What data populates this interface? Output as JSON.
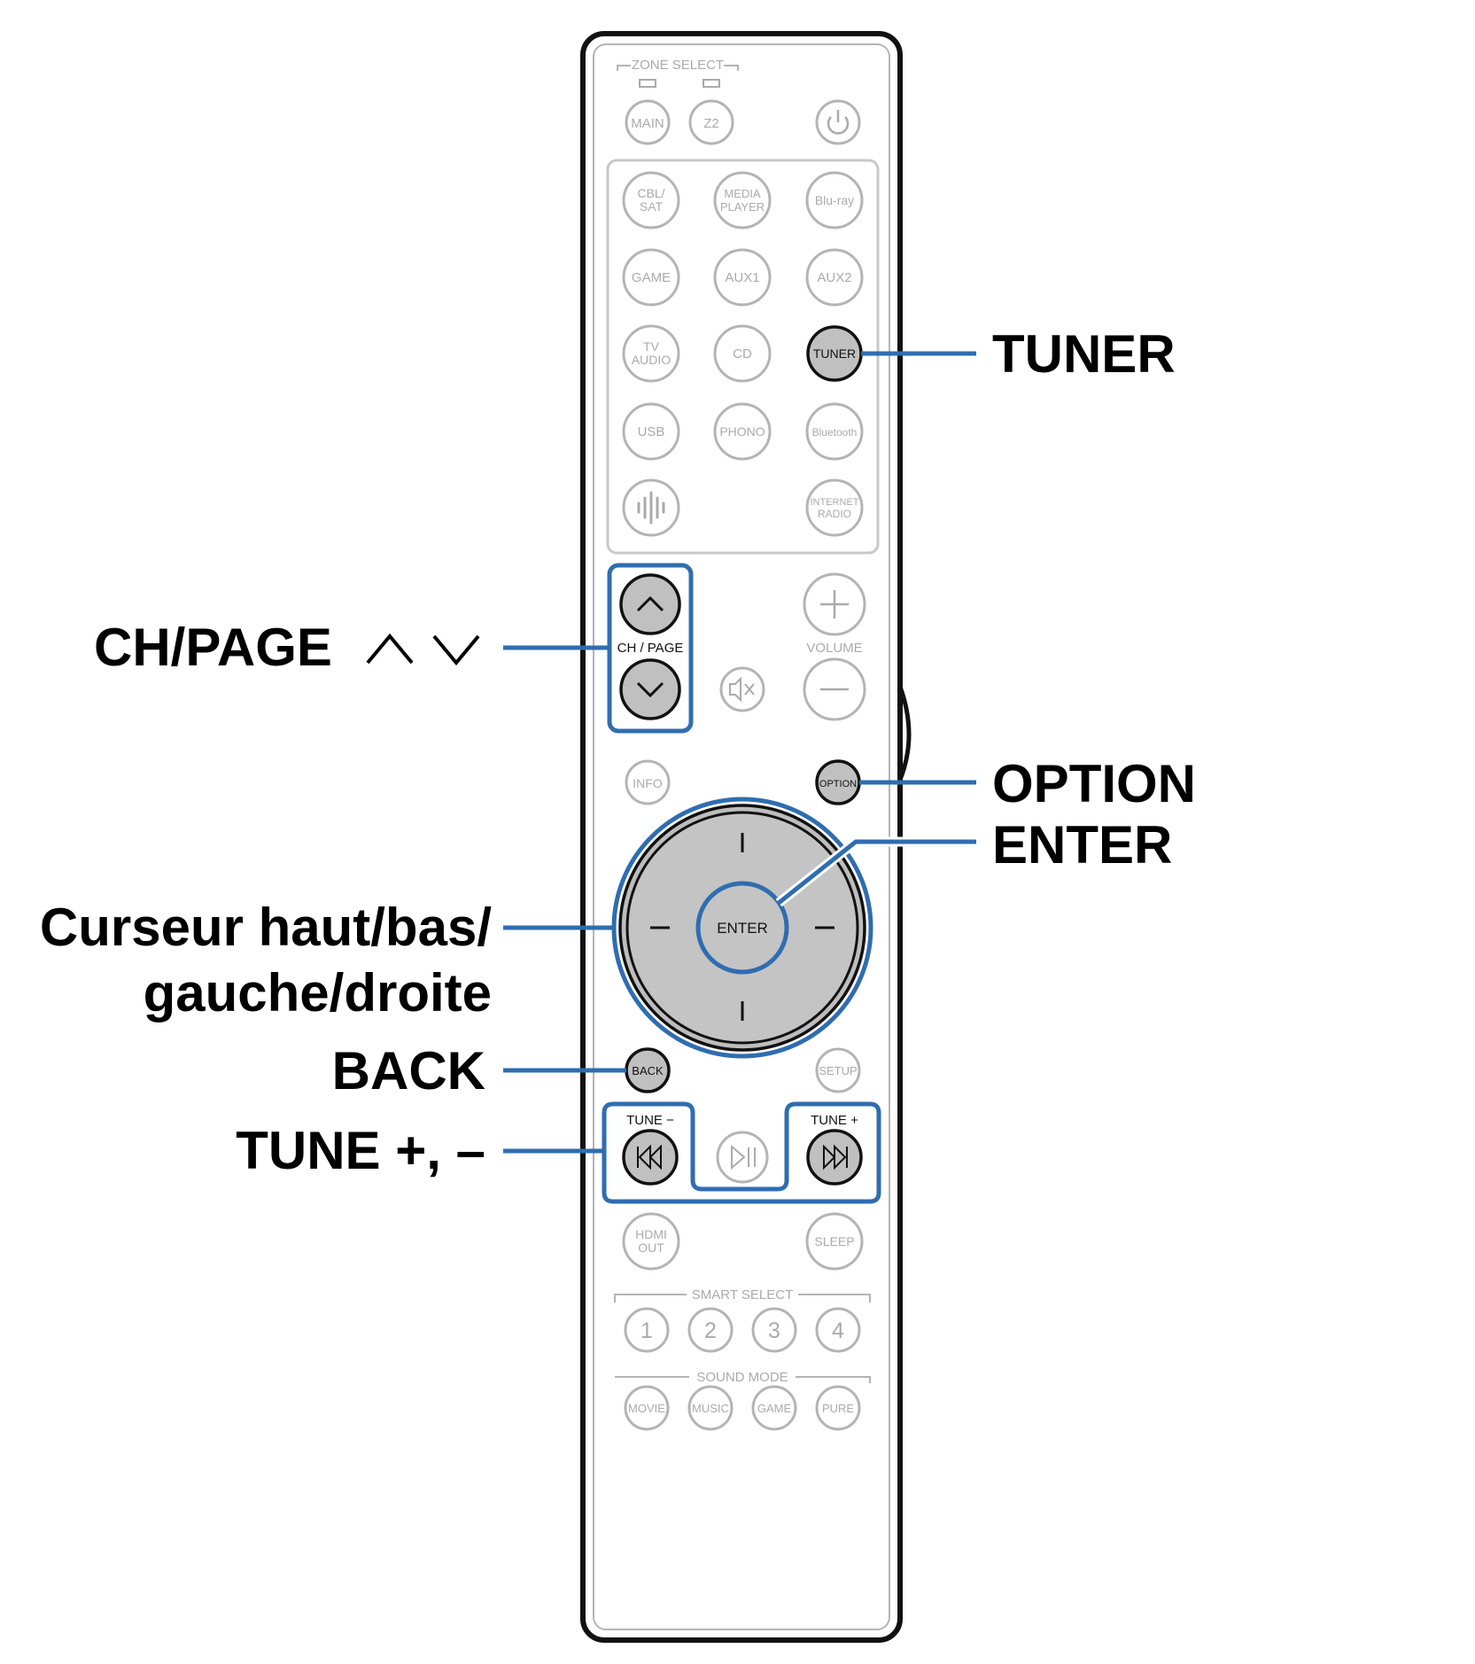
{
  "remote": {
    "zone_select": "ZONE SELECT",
    "buttons": {
      "main": "MAIN",
      "z2": "Z2",
      "cbl_sat_1": "CBL/",
      "cbl_sat_2": "SAT",
      "media_player_1": "MEDIA",
      "media_player_2": "PLAYER",
      "bluray": "Blu-ray",
      "game": "GAME",
      "aux1": "AUX1",
      "aux2": "AUX2",
      "tv_audio_1": "TV",
      "tv_audio_2": "AUDIO",
      "cd": "CD",
      "tuner": "TUNER",
      "usb": "USB",
      "phono": "PHONO",
      "bluetooth": "Bluetooth",
      "internet_radio_1": "INTERNET",
      "internet_radio_2": "RADIO",
      "ch_page": "CH / PAGE",
      "volume": "VOLUME",
      "info": "INFO",
      "option": "OPTION",
      "enter": "ENTER",
      "back": "BACK",
      "setup": "SETUP",
      "tune_minus": "TUNE −",
      "tune_plus": "TUNE +",
      "hdmi_out_1": "HDMI",
      "hdmi_out_2": "OUT",
      "sleep": "SLEEP",
      "smart_select": "SMART SELECT",
      "smart_1": "1",
      "smart_2": "2",
      "smart_3": "3",
      "smart_4": "4",
      "sound_mode": "SOUND MODE",
      "movie": "MOVIE",
      "music": "MUSIC",
      "game_mode": "GAME",
      "pure": "PURE"
    }
  },
  "callouts": {
    "tuner": "TUNER",
    "ch_page": "CH/PAGE",
    "option": "OPTION",
    "enter": "ENTER",
    "cursor_line1": "Curseur haut/bas/",
    "cursor_line2": "gauche/droite",
    "back": "BACK",
    "tune": "TUNE +, –"
  },
  "colors": {
    "highlight": "#2f6db0",
    "outline": "#111111",
    "button_grey": "#c0c0c0",
    "faint": "#b4b4b4"
  }
}
